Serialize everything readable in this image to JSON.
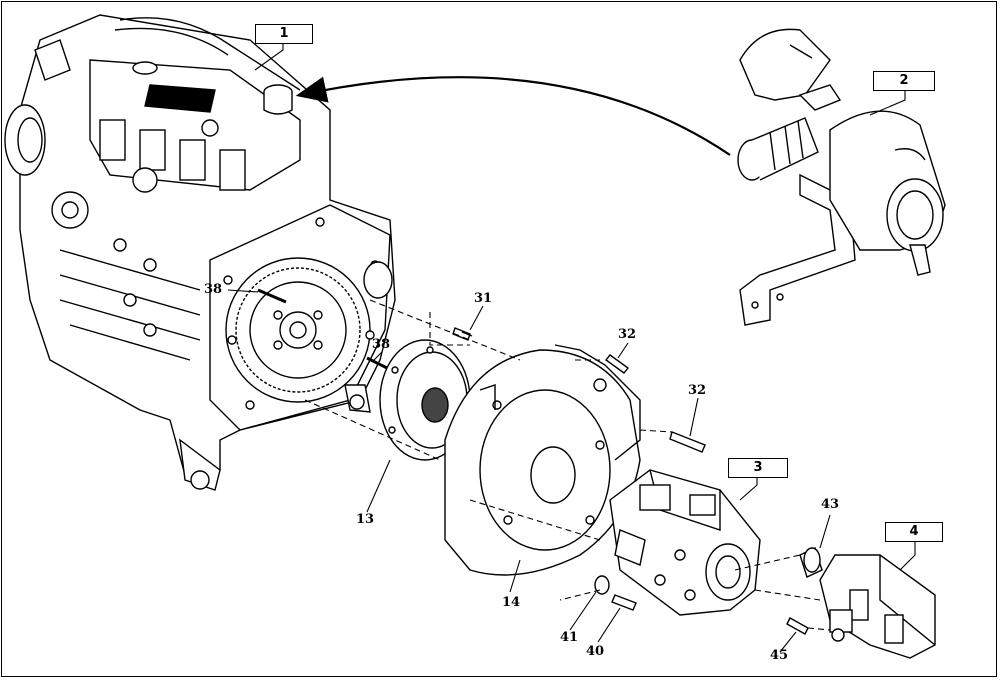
{
  "callouts": {
    "c1": "1",
    "c2": "2",
    "c3": "3",
    "c4": "4"
  },
  "labels": {
    "l38a": "38",
    "l38b": "38",
    "l31": "31",
    "l32a": "32",
    "l32b": "32",
    "l13": "13",
    "l14": "14",
    "l41": "41",
    "l40": "40",
    "l43": "43",
    "l45": "45"
  }
}
